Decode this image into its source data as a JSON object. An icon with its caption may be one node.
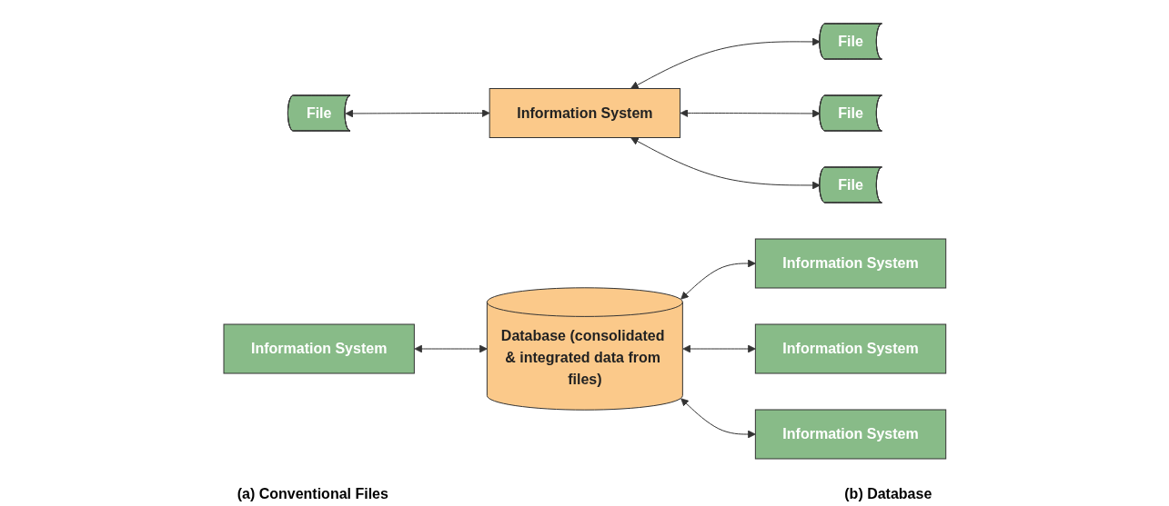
{
  "diagram": {
    "nodes": [
      {
        "text": [
          "Information System"
        ]
      },
      {
        "text": [
          "File"
        ]
      },
      {
        "text": [
          "File"
        ]
      },
      {
        "text": [
          "File"
        ]
      },
      {
        "text": [
          "File"
        ]
      },
      {
        "text": [
          "Database (consolidated & integrated data from files)"
        ]
      },
      {
        "text": [
          "Information System"
        ]
      },
      {
        "text": [
          "Information System"
        ]
      },
      {
        "text": [
          "Information System"
        ]
      },
      {
        "text": [
          "Information System"
        ]
      }
    ],
    "edges": [
      {
        "from": 2,
        "to": 0,
        "arrow": "both"
      },
      {
        "from": 0,
        "to": 1,
        "arrow": "both"
      },
      {
        "from": 0,
        "to": 3,
        "arrow": "both"
      },
      {
        "from": 0,
        "to": 4,
        "arrow": "both"
      },
      {
        "from": 7,
        "to": 5,
        "arrow": "both"
      },
      {
        "from": 5,
        "to": 6,
        "arrow": "both"
      },
      {
        "from": 5,
        "to": 8,
        "arrow": "both"
      },
      {
        "from": 5,
        "to": 9,
        "arrow": "both"
      }
    ],
    "labels": [
      "(a) Conventional Files",
      "(b) Database"
    ]
  }
}
